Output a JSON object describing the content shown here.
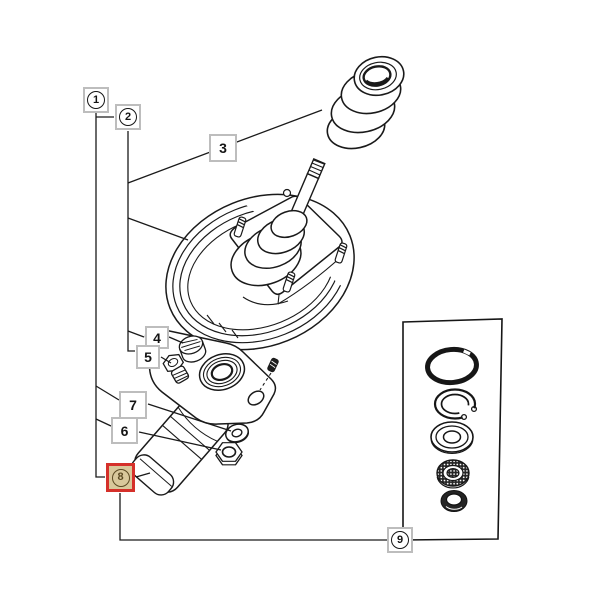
{
  "diagram": {
    "callouts": [
      {
        "num": "1",
        "style": "circled",
        "highlighted": false
      },
      {
        "num": "2",
        "style": "circled",
        "highlighted": false
      },
      {
        "num": "3",
        "style": "plain",
        "highlighted": false
      },
      {
        "num": "4",
        "style": "plain",
        "highlighted": false
      },
      {
        "num": "5",
        "style": "plain",
        "highlighted": false
      },
      {
        "num": "6",
        "style": "plain",
        "highlighted": false
      },
      {
        "num": "7",
        "style": "plain",
        "highlighted": false
      },
      {
        "num": "8",
        "style": "circled",
        "highlighted": true
      },
      {
        "num": "9",
        "style": "circled",
        "highlighted": false
      }
    ],
    "colors": {
      "line": "#1a1a1a",
      "label_box_border": "#bdbdbd",
      "highlight_border": "#d5302a",
      "highlight_fill": "#d9c89b",
      "highlight_glyph": "#5c4a22",
      "background": "#ffffff"
    }
  }
}
